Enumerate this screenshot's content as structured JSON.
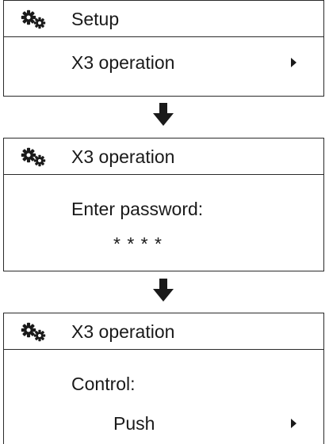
{
  "screens": [
    {
      "title": "Setup",
      "lines": [
        {
          "text": "X3 operation",
          "submenu": true
        }
      ]
    },
    {
      "title": "X3 operation",
      "lines": [
        {
          "text": "Enter password:"
        },
        {
          "text": "* * * *"
        }
      ]
    },
    {
      "title": "X3 operation",
      "lines": [
        {
          "text": "Control:"
        },
        {
          "text": "Push",
          "submenu": true
        }
      ]
    }
  ],
  "icons": {
    "header": "gears-icon",
    "next": "down-arrow-icon",
    "submenu": "right-triangle-icon"
  },
  "colors": {
    "ink": "#1a1a1a"
  }
}
